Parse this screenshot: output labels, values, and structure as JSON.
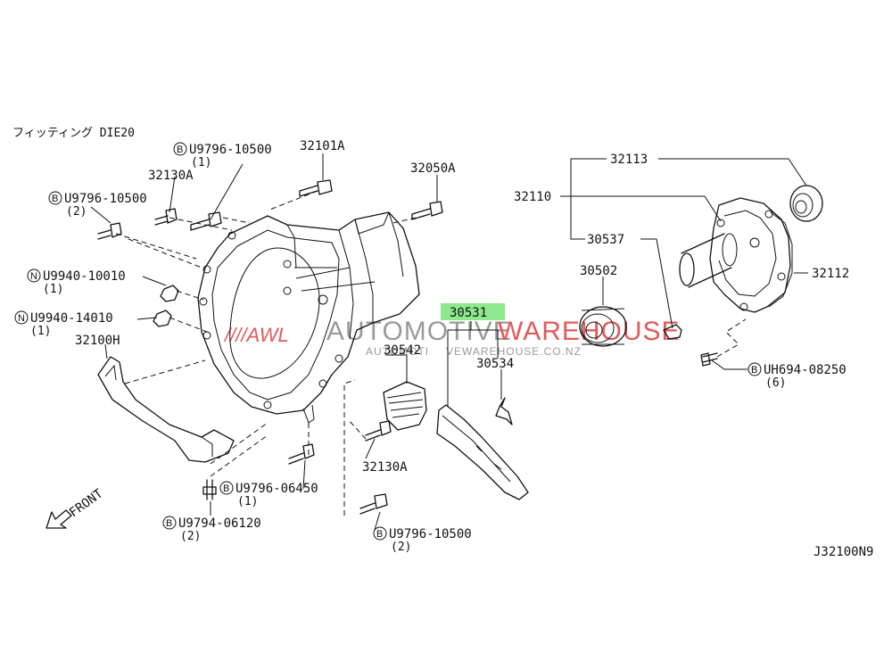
{
  "header": {
    "title": "フィッティング DIE20"
  },
  "diagram_id": "J32100N9",
  "direction": {
    "label": "FRONT"
  },
  "highlight_color": "#8ee88e",
  "watermark": {
    "brand_prefix": "////AWL",
    "brand_a": "AUTOMOTIVE",
    "brand_b": "WAREHOUSE",
    "url_a": "AUTOMOTI",
    "url_b": "VEWAREHOUSE.CO.NZ",
    "color_a": "#9a9a9a",
    "color_b": "#e25a5a"
  },
  "parts": {
    "p32101A": "32101A",
    "p32130A_top": "32130A",
    "p32050A": "32050A",
    "p32100H": "32100H",
    "p30542": "30542",
    "p30531": "30531",
    "p30534": "30534",
    "p32130A_bot": "32130A",
    "p32113": "32113",
    "p32110": "32110",
    "p30537": "30537",
    "p30502": "30502",
    "p32112": "32112"
  },
  "fasteners": [
    {
      "prefix": "B",
      "code": "U9796-10500",
      "qty": "(1)"
    },
    {
      "prefix": "B",
      "code": "U9796-10500",
      "qty": "(2)"
    },
    {
      "prefix": "N",
      "code": "U9940-10010",
      "qty": "(1)"
    },
    {
      "prefix": "N",
      "code": "U9940-14010",
      "qty": "(1)"
    },
    {
      "prefix": "B",
      "code": "U9796-06450",
      "qty": "(1)"
    },
    {
      "prefix": "B",
      "code": "U9794-06120",
      "qty": "(2)"
    },
    {
      "prefix": "B",
      "code": "U9796-10500",
      "qty": "(2)"
    },
    {
      "prefix": "B",
      "code": "UH694-08250",
      "qty": "(6)"
    }
  ]
}
